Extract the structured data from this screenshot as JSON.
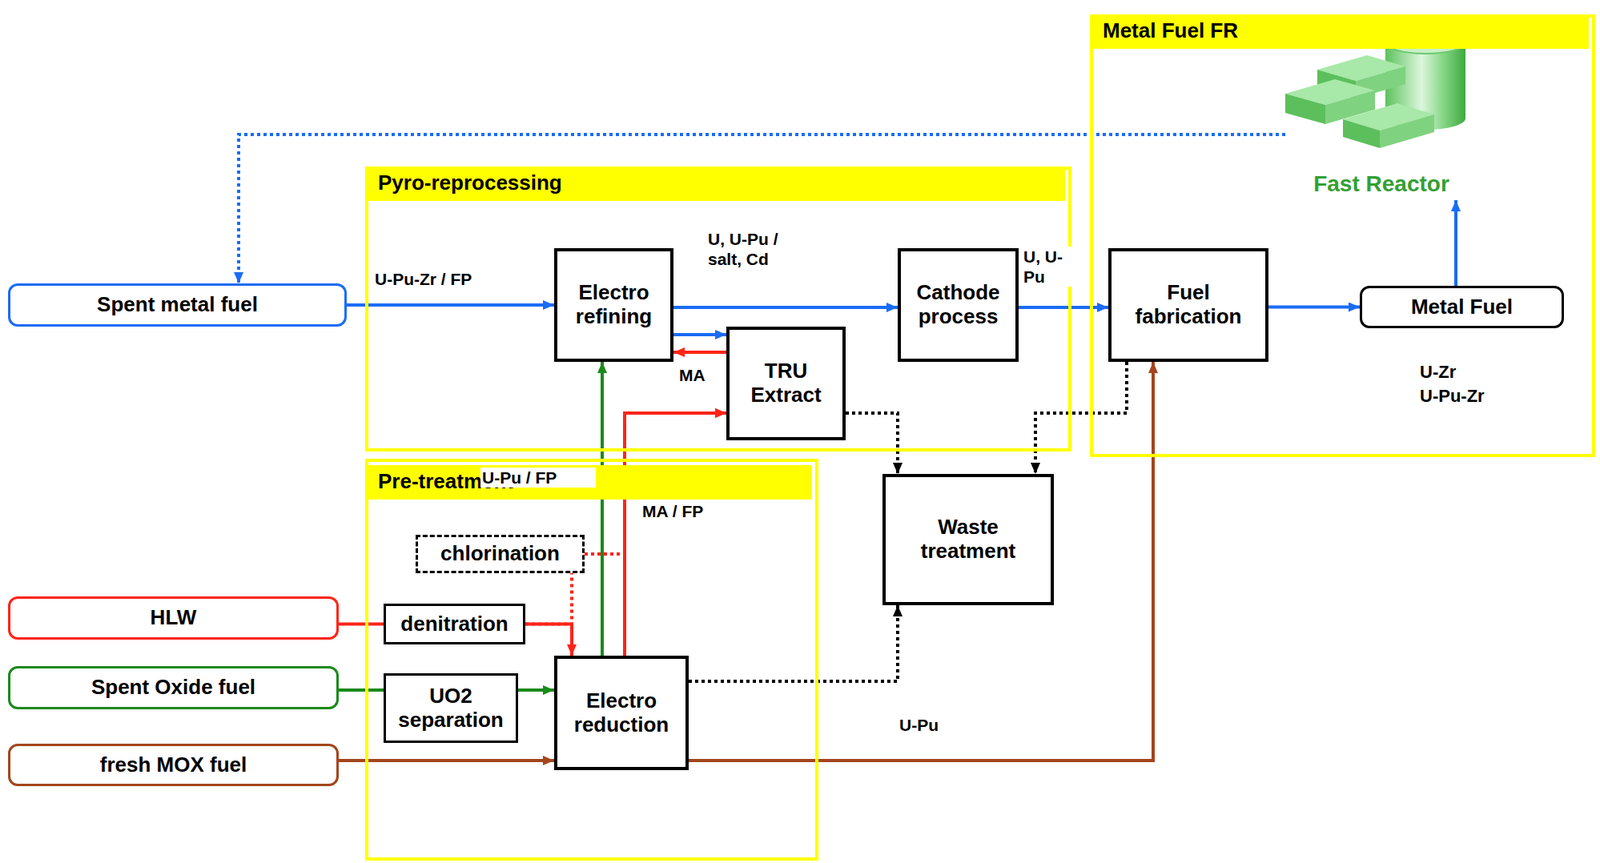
{
  "diagram": {
    "nodes": [
      {
        "text": [
          "Metal Fuel FR"
        ]
      },
      {
        "text": [
          "Fast Reactor"
        ],
        "in": 0
      },
      {
        "text": [
          "Pyro-reprocessing"
        ]
      },
      {
        "text": [
          "Spent metal fuel"
        ]
      },
      {
        "text": [
          "Electro refining"
        ],
        "in": 2
      },
      {
        "text": [
          "Cathode process"
        ],
        "in": 2
      },
      {
        "text": [
          "Fuel fabrication"
        ],
        "in": 0
      },
      {
        "text": [
          "Metal Fuel"
        ],
        "in": 0
      },
      {
        "text": [
          "TRU Extract"
        ],
        "in": 2
      },
      {
        "text": [
          "Pre-treatment"
        ]
      },
      {
        "text": [
          "Waste treatment"
        ]
      },
      {
        "text": [
          "chlorination"
        ],
        "in": 9
      },
      {
        "text": [
          "HLW"
        ]
      },
      {
        "text": [
          "denitration"
        ],
        "in": 9
      },
      {
        "text": [
          "Spent Oxide fuel"
        ]
      },
      {
        "text": [
          "UO2 separation"
        ],
        "in": 9
      },
      {
        "text": [
          "Electro reduction"
        ],
        "in": 9
      },
      {
        "text": [
          "fresh MOX fuel"
        ]
      }
    ],
    "edges": [
      {
        "from": 1,
        "to": 3,
        "arrow": "to"
      },
      {
        "from": 3,
        "to": 4,
        "label": "U-Pu-Zr / FP",
        "arrow": "to"
      },
      {
        "from": 4,
        "to": 5,
        "label": "U, U-Pu / salt, Cd",
        "arrow": "to"
      },
      {
        "from": 5,
        "to": 6,
        "label": "U, U-Pu",
        "arrow": "to"
      },
      {
        "from": 6,
        "to": 7,
        "arrow": "to"
      },
      {
        "from": 7,
        "to": 1,
        "arrow": "to"
      },
      {
        "from": 4,
        "to": 8,
        "arrow": "to"
      },
      {
        "from": 8,
        "to": 4,
        "label": "MA",
        "arrow": "to"
      },
      {
        "from": 8,
        "to": 10,
        "arrow": "to"
      },
      {
        "from": 6,
        "to": 10,
        "arrow": "to"
      },
      {
        "from": 16,
        "to": 10,
        "arrow": "to"
      },
      {
        "from": 12,
        "to": 13,
        "arrow": "none"
      },
      {
        "from": 13,
        "to": 16,
        "arrow": "to"
      },
      {
        "from": 13,
        "to": 11,
        "arrow": "none"
      },
      {
        "from": 11,
        "to": 8,
        "arrow": "to"
      },
      {
        "from": 16,
        "to": 8,
        "label": "MA / FP",
        "arrow": "to"
      },
      {
        "from": 16,
        "to": 4,
        "label": "U-Pu / FP",
        "arrow": "to"
      },
      {
        "from": 17,
        "to": 16,
        "arrow": "to"
      },
      {
        "from": 16,
        "to": 6,
        "label": "U-Pu",
        "arrow": "to"
      },
      {
        "from": 14,
        "to": 15,
        "arrow": "none"
      },
      {
        "from": 15,
        "to": 16,
        "arrow": "to"
      }
    ],
    "labels": [
      "U-Zr",
      "U-Pu-Zr"
    ]
  }
}
